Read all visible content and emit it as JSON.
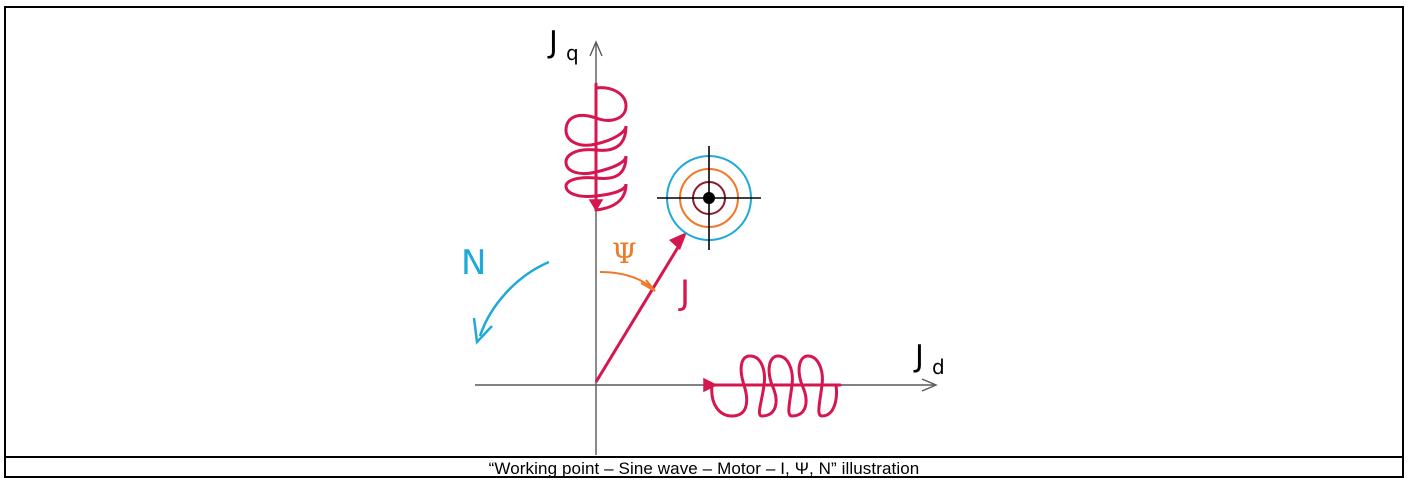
{
  "diagram": {
    "axis_q_label": "J",
    "axis_q_subscript": "q",
    "axis_d_label": "J",
    "axis_d_subscript": "d",
    "vector_label": "J",
    "angle_label": "Ψ",
    "rotation_label": "N",
    "caption": "“Working point – Sine wave – Motor – I, Ψ, N” illustration",
    "colors": {
      "coil": "#d6164f",
      "vector": "#d6164f",
      "angle": "#f07826",
      "rotation": "#1ea9d8",
      "target_outer": "#1ea9d8",
      "target_middle": "#f07826",
      "target_inner": "#8b1a2c",
      "axes": "#595959"
    }
  }
}
